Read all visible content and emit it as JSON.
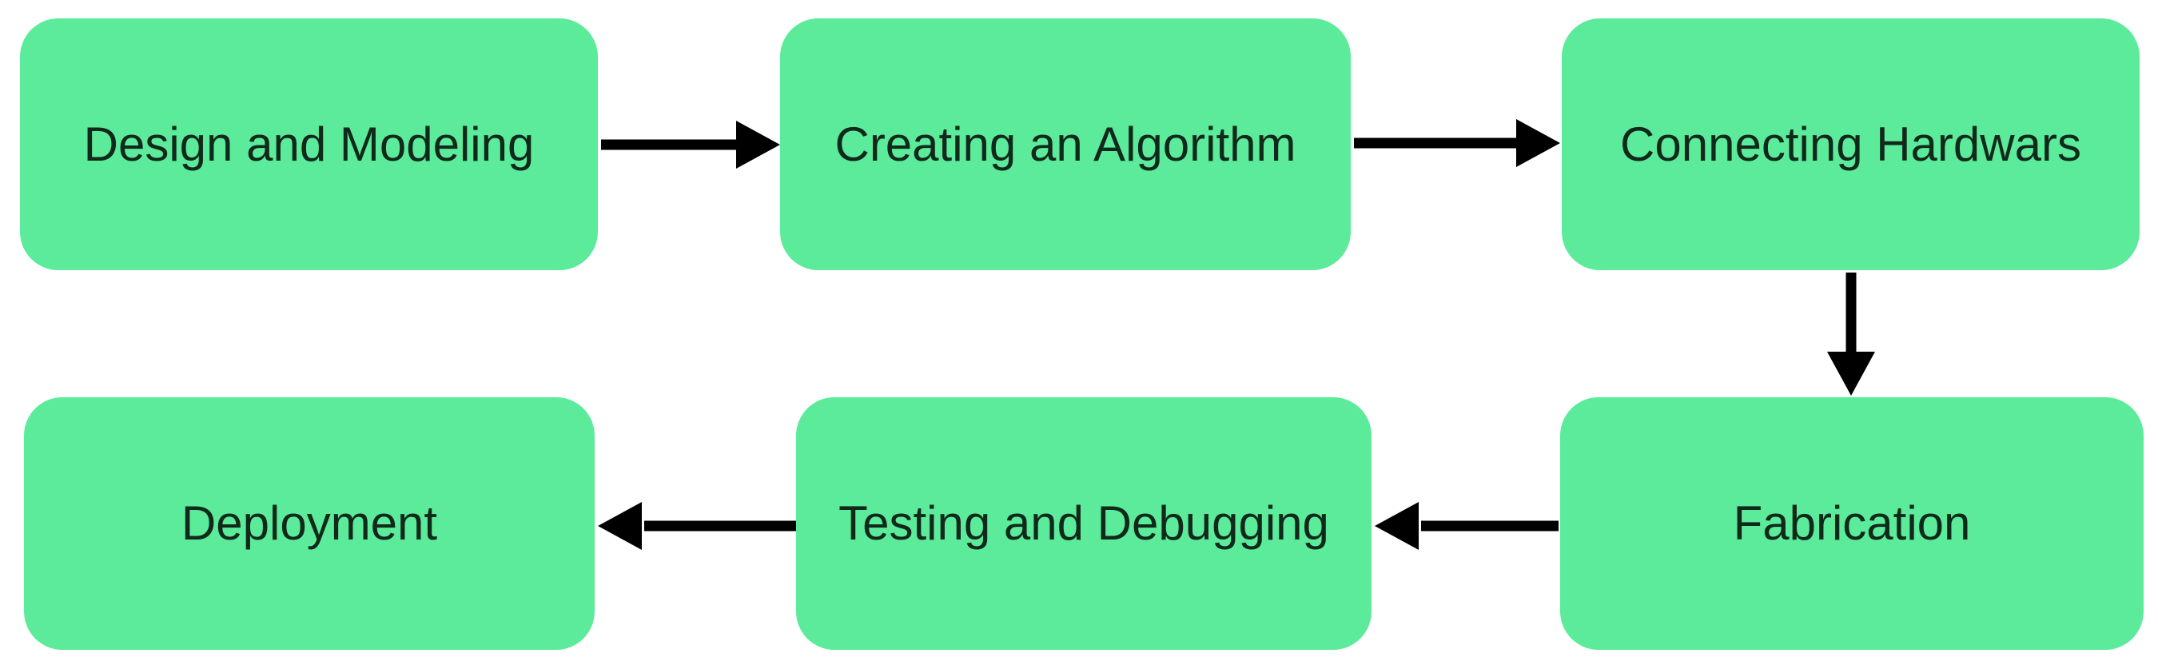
{
  "diagram": {
    "type": "flowchart",
    "background_color": "#ffffff",
    "node_fill_color": "#5beb9b",
    "node_text_color": "#10291a",
    "arrow_color": "#000000",
    "nodes": [
      {
        "id": "design-and-modeling",
        "label": "Design and Modeling",
        "row": 1,
        "col": 1
      },
      {
        "id": "creating-an-algorithm",
        "label": "Creating an Algorithm",
        "row": 1,
        "col": 2
      },
      {
        "id": "connecting-hardwars",
        "label": "Connecting Hardwars",
        "row": 1,
        "col": 3
      },
      {
        "id": "fabrication",
        "label": "Fabrication",
        "row": 2,
        "col": 3
      },
      {
        "id": "testing-and-debugging",
        "label": "Testing and Debugging",
        "row": 2,
        "col": 2
      },
      {
        "id": "deployment",
        "label": "Deployment",
        "row": 2,
        "col": 1
      }
    ],
    "edges": [
      {
        "from": "Design and Modeling",
        "to": "Creating an Algorithm",
        "direction": "right"
      },
      {
        "from": "Creating an Algorithm",
        "to": "Connecting Hardwars",
        "direction": "right"
      },
      {
        "from": "Connecting Hardwars",
        "to": "Fabrication",
        "direction": "down"
      },
      {
        "from": "Fabrication",
        "to": "Testing and Debugging",
        "direction": "left"
      },
      {
        "from": "Testing and Debugging",
        "to": "Deployment",
        "direction": "left"
      }
    ]
  }
}
